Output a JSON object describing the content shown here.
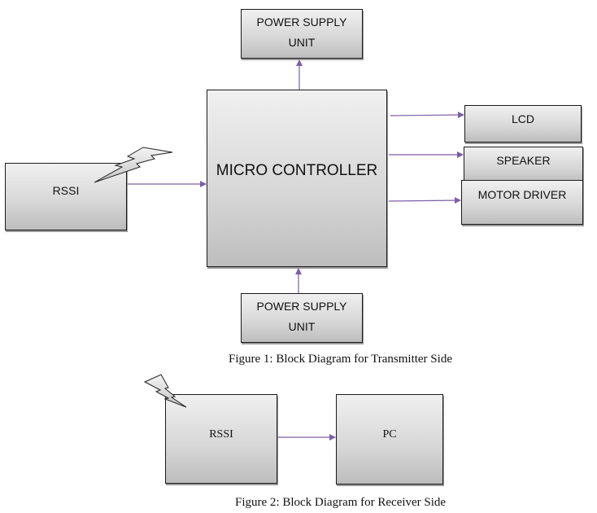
{
  "figure1": {
    "caption": "Figure 1: Block Diagram for Transmitter Side",
    "blocks": {
      "power_supply_top": {
        "line1": "POWER SUPPLY",
        "line2": "UNIT"
      },
      "microcontroller": {
        "label": "MICRO CONTROLLER"
      },
      "rssi": {
        "label": "RSSI"
      },
      "lcd": {
        "label": "LCD"
      },
      "speaker": {
        "label": "SPEAKER"
      },
      "motor_driver": {
        "label": "MOTOR DRIVER"
      },
      "power_supply_bottom": {
        "line1": "POWER SUPPLY",
        "line2": "UNIT"
      }
    },
    "connections": [
      {
        "from": "microcontroller",
        "to": "power_supply_top"
      },
      {
        "from": "rssi",
        "to": "microcontroller"
      },
      {
        "from": "microcontroller",
        "to": "lcd"
      },
      {
        "from": "microcontroller",
        "to": "speaker"
      },
      {
        "from": "microcontroller",
        "to": "motor_driver"
      },
      {
        "from": "power_supply_bottom",
        "to": "microcontroller"
      }
    ]
  },
  "figure2": {
    "caption": "Figure 2: Block Diagram for Receiver Side",
    "blocks": {
      "rssi": {
        "label": "RSSI"
      },
      "pc": {
        "label": "PC"
      }
    },
    "connections": [
      {
        "from": "rssi",
        "to": "pc"
      }
    ]
  },
  "colors": {
    "arrow": "#7b5ea7",
    "border": "#1a1a1a"
  }
}
